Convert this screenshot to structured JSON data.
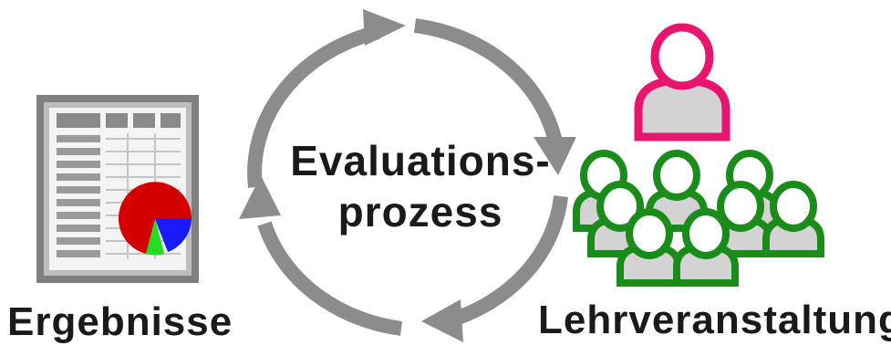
{
  "cycle": {
    "line1": "Evaluations-",
    "line2": "prozess"
  },
  "results": {
    "label": "Ergebnisse"
  },
  "course": {
    "label": "Lehrveranstaltung"
  },
  "colors": {
    "arrow": "#8c8c8c",
    "teacher_outline": "#e8146e",
    "students_outline": "#1a8c1a",
    "person_fill": "#d3d3d3",
    "pie_red": "#d40000",
    "pie_blue": "#1a1aff",
    "pie_green": "#22dd22",
    "sheet_frame": "#8a8a8a"
  }
}
